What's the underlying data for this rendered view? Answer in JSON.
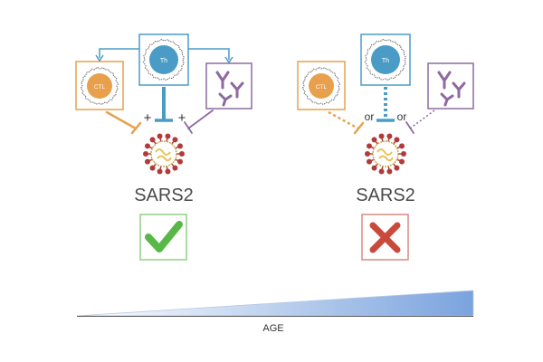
{
  "colors": {
    "th": "#4a9cc7",
    "ctl": "#e8a04d",
    "antibody": "#8e6aa0",
    "virus_spikes": "#b33a3a",
    "virus_core": "#e8c25a",
    "check": "#58b847",
    "check_border": "#8fd184",
    "cross": "#c94a3b",
    "cross_border": "#d98b80",
    "age_gradient": "#7aa3de"
  },
  "icons": {
    "th_cell": "helper-t-cell-icon",
    "ctl_cell": "cytotoxic-t-cell-icon",
    "antibody": "antibody-icon",
    "virus": "sars-cov-2-virion-icon",
    "check": "check-mark-icon",
    "cross": "cross-mark-icon"
  },
  "left": {
    "th_label": "Th",
    "ctl_label": "CTL",
    "plus_1": "+",
    "plus_2": "+",
    "virus_label": "SARS2"
  },
  "right": {
    "th_label": "Th",
    "ctl_label": "CTL",
    "or_1": "or",
    "or_2": "or",
    "virus_label": "SARS2"
  },
  "axis": {
    "label": "AGE"
  }
}
